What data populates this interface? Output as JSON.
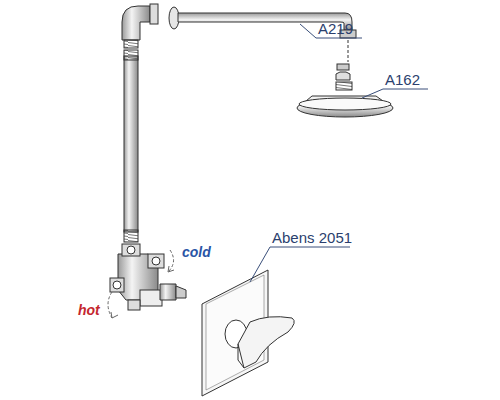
{
  "diagram": {
    "labels": [
      "A219",
      "A162",
      "Abens 2051",
      "cold",
      "hot"
    ]
  }
}
